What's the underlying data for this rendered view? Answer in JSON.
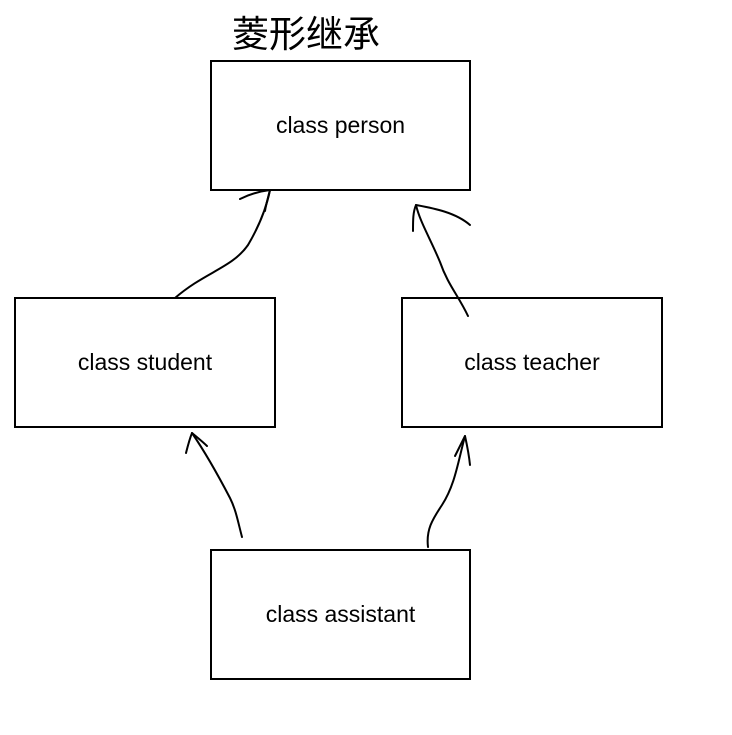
{
  "title": "菱形继承",
  "nodes": {
    "person": "class person",
    "student": "class student",
    "teacher": "class teacher",
    "assistant": "class assistant"
  },
  "edges": [
    {
      "from": "student",
      "to": "person"
    },
    {
      "from": "teacher",
      "to": "person"
    },
    {
      "from": "assistant",
      "to": "student"
    },
    {
      "from": "assistant",
      "to": "teacher"
    }
  ]
}
